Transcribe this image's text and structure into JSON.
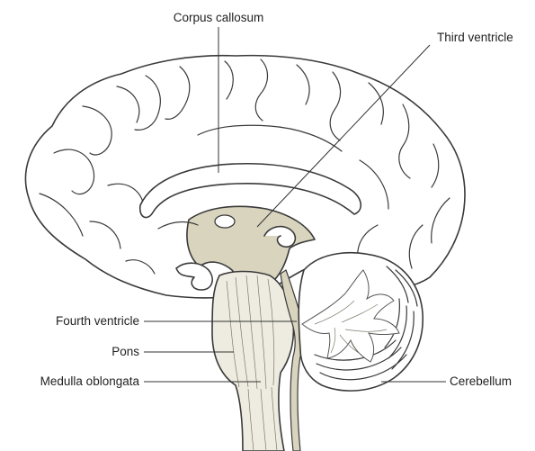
{
  "labels": {
    "corpus_callosum": "Corpus callosum",
    "third_ventricle": "Third ventricle",
    "fourth_ventricle": "Fourth ventricle",
    "pons": "Pons",
    "medulla_oblongata": "Medulla oblongata",
    "cerebellum": "Cerebellum"
  },
  "colors": {
    "brain_fill": "#ffffff",
    "ventricle_fill": "#d9d4be",
    "brainstem_fill": "#eeece0",
    "cerebellum_fill": "#ffffff",
    "outline": "#3a3a3a"
  }
}
